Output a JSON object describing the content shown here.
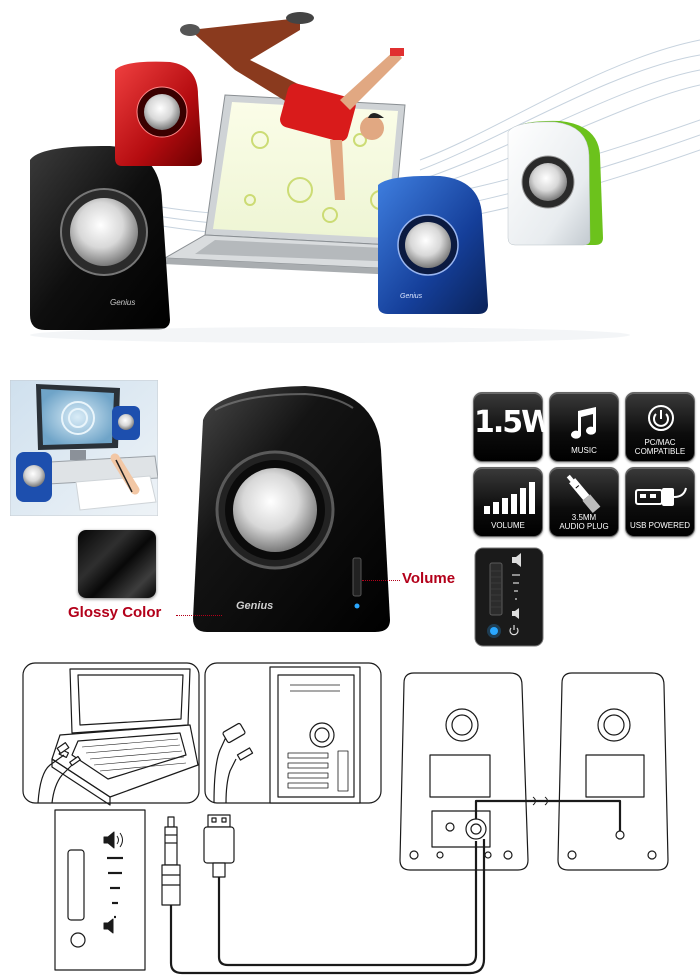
{
  "features": [
    {
      "id": "power",
      "label": "1.5W",
      "caption": "",
      "icon": "power-rating"
    },
    {
      "id": "music",
      "label": "",
      "caption": "MUSIC",
      "icon": "music-note-icon"
    },
    {
      "id": "compat",
      "label": "",
      "caption": "PC/MAC\nCOMPATIBLE",
      "icon": "power-button-icon"
    },
    {
      "id": "volume",
      "label": "",
      "caption": "VOLUME",
      "icon": "volume-bars-icon"
    },
    {
      "id": "audio",
      "label": "",
      "caption": "3.5MM\nAUDIO PLUG",
      "icon": "audio-plug-icon"
    },
    {
      "id": "usb",
      "label": "",
      "caption": "USB POWERED",
      "icon": "usb-plug-icon"
    }
  ],
  "callouts": {
    "glossy": "Glossy Color",
    "volume": "Volume"
  },
  "brand": "Genius",
  "colors": {
    "accent_red": "#b3001a",
    "speaker_black": "#111111",
    "speaker_red": "#c8101a",
    "speaker_blue": "#1d4fae",
    "speaker_white": "#f2f4f6",
    "speaker_green": "#6cc21c",
    "power_led": "#2aa7ff"
  }
}
